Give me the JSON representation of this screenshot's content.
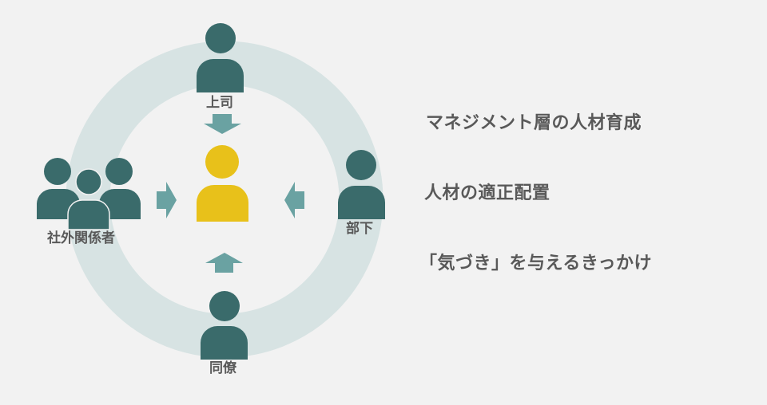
{
  "colors": {
    "background": "#f2f2f2",
    "ring": "#d7e3e3",
    "person": "#3a6b6b",
    "center_person": "#e8c11a",
    "arrow": "#6aa2a2",
    "text": "#595959"
  },
  "diagram": {
    "center": {
      "label": "",
      "role": "self"
    },
    "nodes": [
      {
        "id": "boss",
        "label": "上司",
        "position": "top"
      },
      {
        "id": "subordinate",
        "label": "部下",
        "position": "right"
      },
      {
        "id": "colleague",
        "label": "同僚",
        "position": "bottom"
      },
      {
        "id": "external",
        "label": "社外関係者",
        "position": "left"
      }
    ],
    "arrows": [
      {
        "from": "boss",
        "direction": "down"
      },
      {
        "from": "subordinate",
        "direction": "left"
      },
      {
        "from": "colleague",
        "direction": "up"
      },
      {
        "from": "external",
        "direction": "right"
      }
    ]
  },
  "points": [
    {
      "text": "マネジメント層の人材育成"
    },
    {
      "text": "人材の適正配置"
    },
    {
      "text": "「気づき」を与えるきっかけ"
    }
  ]
}
